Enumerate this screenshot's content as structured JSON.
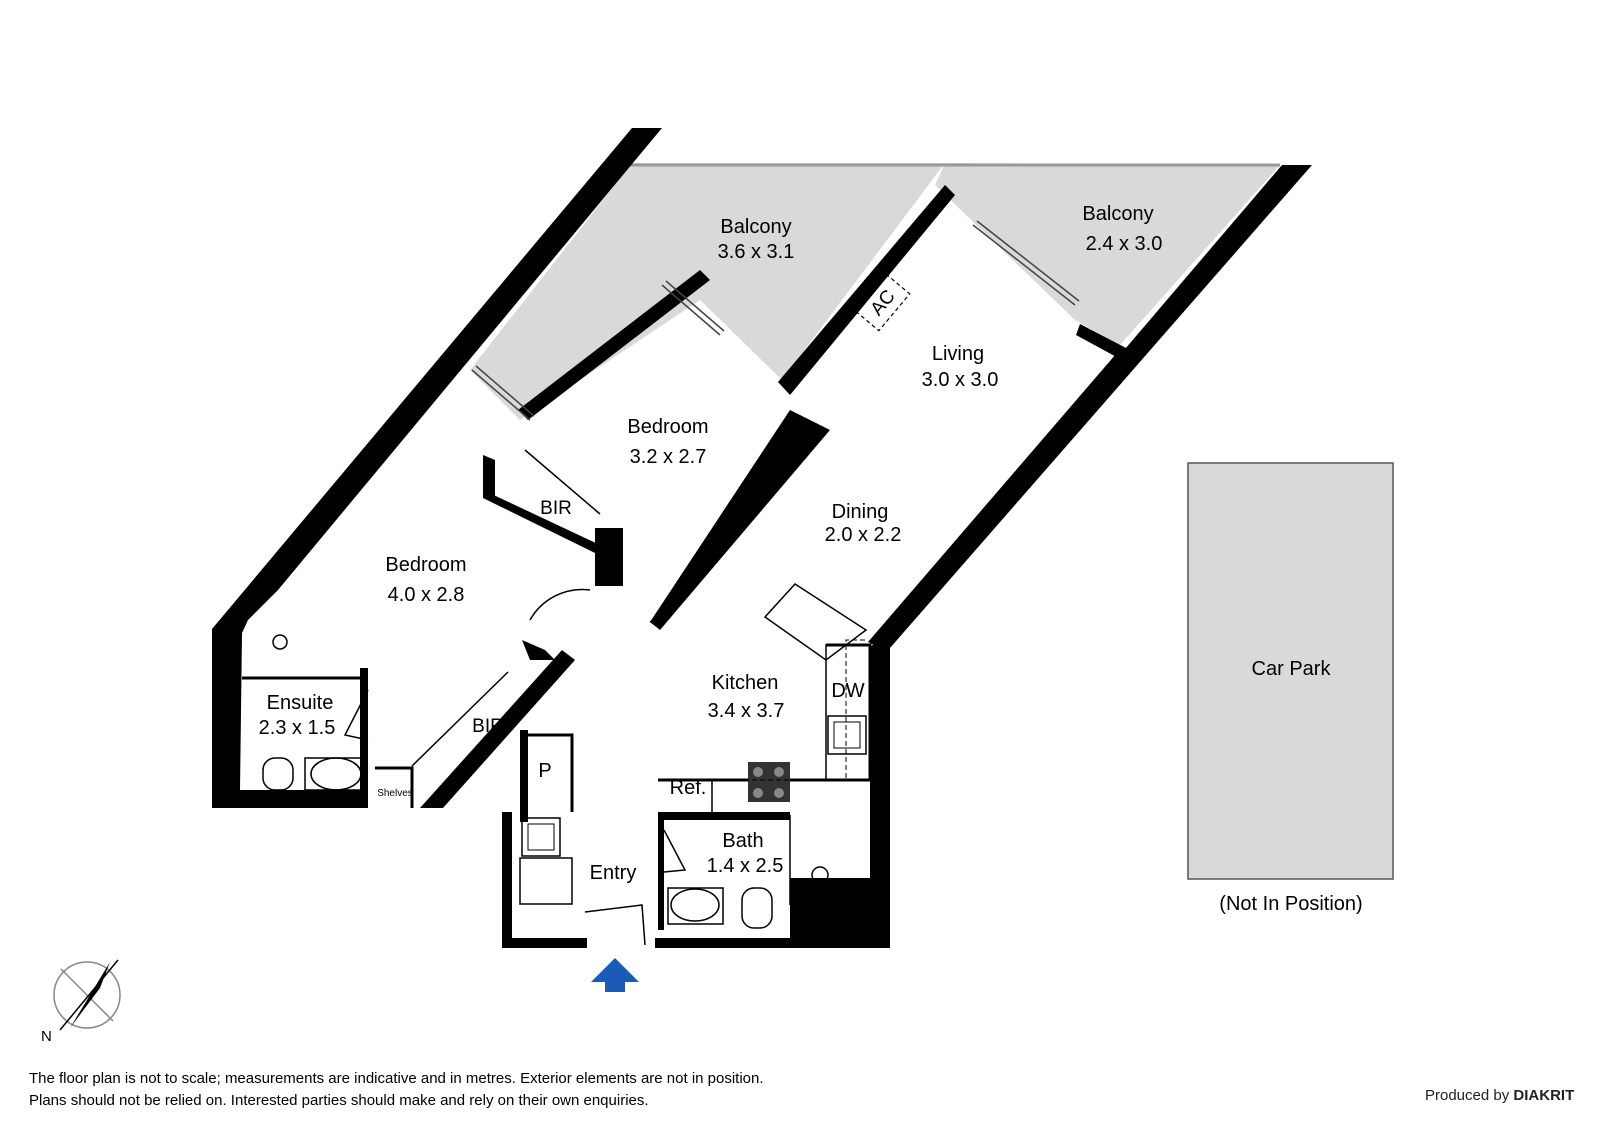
{
  "rooms": {
    "balcony_left": {
      "name": "Balcony",
      "size": "3.6 x 3.1"
    },
    "balcony_right": {
      "name": "Balcony",
      "size": "2.4 x 3.0"
    },
    "living": {
      "name": "Living",
      "size": "3.0 x 3.0"
    },
    "bedroom_upper": {
      "name": "Bedroom",
      "size": "3.2 x 2.7"
    },
    "bir_upper": {
      "name": "BIR"
    },
    "dining": {
      "name": "Dining",
      "size": "2.0 x 2.2"
    },
    "bedroom_lower": {
      "name": "Bedroom",
      "size": "4.0 x 2.8"
    },
    "ensuite": {
      "name": "Ensuite",
      "size": "2.3 x 1.5"
    },
    "bir_lower": {
      "name": "BIR"
    },
    "kitchen": {
      "name": "Kitchen",
      "size": "3.4 x 3.7"
    },
    "pantry": {
      "name": "P"
    },
    "shelves": {
      "name": "Shelves"
    },
    "bath": {
      "name": "Bath",
      "size": "1.4 x 2.5"
    },
    "entry": {
      "name": "Entry"
    },
    "car_park": {
      "name": "Car Park",
      "note": "(Not In Position)"
    }
  },
  "fixtures": {
    "ac": "AC",
    "dishwasher": "DW",
    "fridge": "Ref."
  },
  "compass": {
    "north_label": "N"
  },
  "disclaimer": {
    "line1": "The floor plan is not to scale; measurements are indicative and in metres. Exterior elements are not in position.",
    "line2": "Plans should not be relied on. Interested parties should make and rely on their own enquiries."
  },
  "credit": {
    "prefix": "Produced by",
    "brand": "DIAKRIT"
  },
  "colors": {
    "wall": "#000000",
    "balcony_fill": "#d9d9d9",
    "car_park_fill": "#d9d9d9",
    "entry_arrow": "#1a5bb5"
  }
}
